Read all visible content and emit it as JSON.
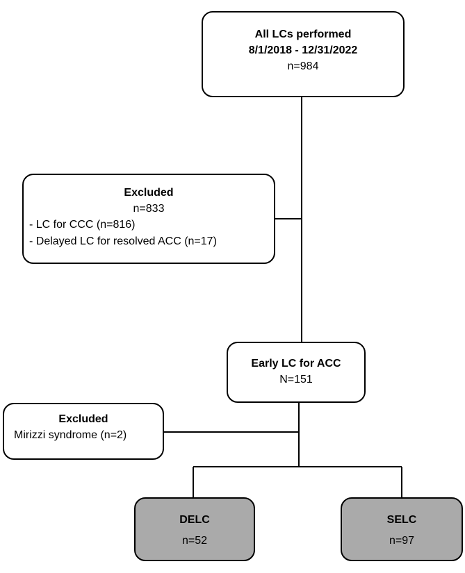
{
  "nodes": {
    "all": {
      "title1": "All LCs performed",
      "title2": "8/1/2018 - 12/31/2022",
      "count": "n=984"
    },
    "excluded1": {
      "title": "Excluded",
      "count": "n=833",
      "items": [
        "- LC for CCC (n=816)",
        "- Delayed LC for resolved ACC (n=17)"
      ]
    },
    "early": {
      "title": "Early LC for ACC",
      "count": "N=151"
    },
    "excluded2": {
      "title": "Excluded",
      "items": [
        "Mirizzi syndrome (n=2)"
      ]
    },
    "delc": {
      "title": "DELC",
      "count": "n=52"
    },
    "selc": {
      "title": "SELC",
      "count": "n=97"
    }
  },
  "colors": {
    "box_fill": "#ffffff",
    "group_fill": "#aaaaaa",
    "stroke": "#000000"
  }
}
